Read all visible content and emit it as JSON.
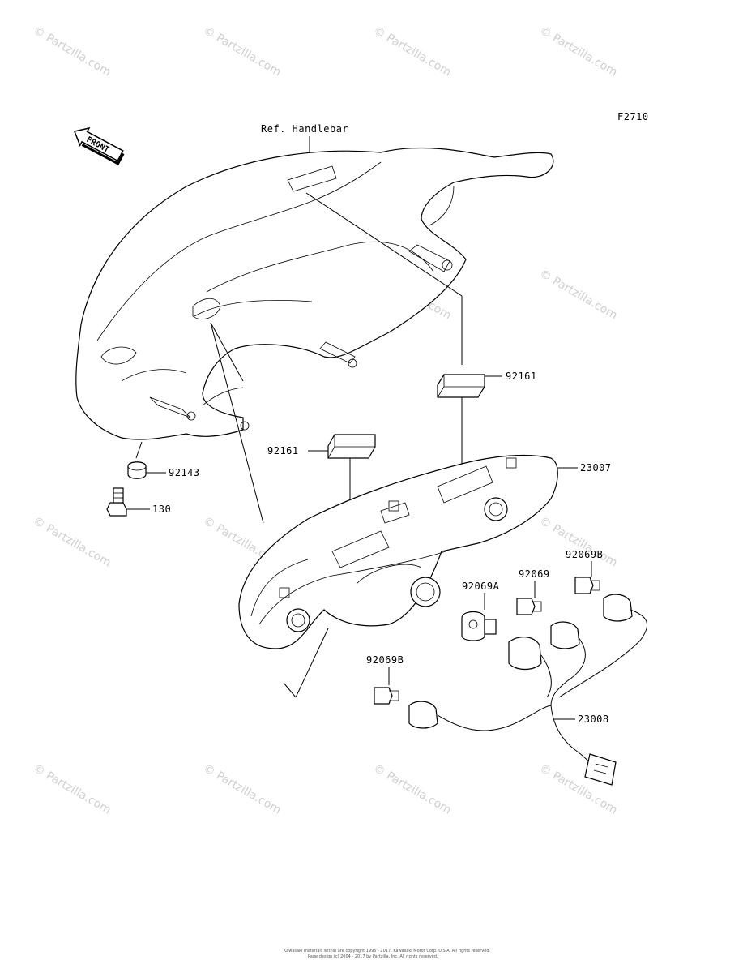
{
  "figure_code": "F2710",
  "reference_label": "Ref. Handlebar",
  "front_arrow_label": "FRONT",
  "watermark": "© Partzilla.com",
  "part_labels": {
    "p92161_upper": "92161",
    "p92161_lower": "92161",
    "p23007": "23007",
    "p92143": "92143",
    "p130": "130",
    "p92069B_upper": "92069B",
    "p92069": "92069",
    "p92069A": "92069A",
    "p92069B_lower": "92069B",
    "p23008": "23008"
  },
  "copyright": {
    "line1": "Kawasaki materials within are copyright 1995 - 2017, Kawasaki Motor Corp. U.S.A. All rights reserved.",
    "line2": "Page design (c) 2004 - 2017 by Partzilla, Inc. All rights reserved."
  }
}
